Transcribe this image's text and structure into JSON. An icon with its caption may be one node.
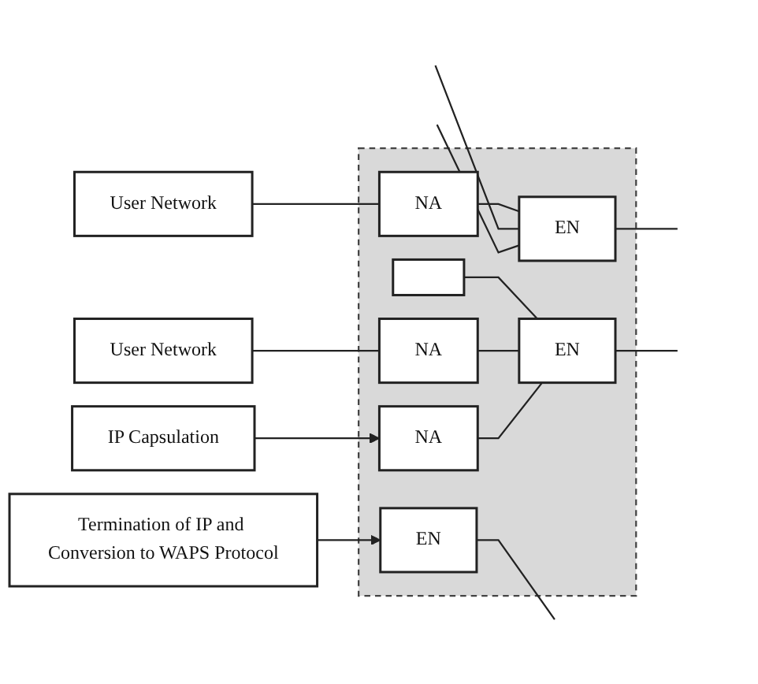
{
  "diagram": {
    "nodes": [
      {
        "text": [
          "Termination of IP and Conversion to WAPS Protocol"
        ]
      },
      {
        "text": [],
        "shape": "box"
      },
      {
        "text": [
          "EN"
        ],
        "in": 1
      },
      {
        "text": [
          "User Network"
        ]
      },
      {
        "text": [
          "NA"
        ],
        "in": 1
      },
      {
        "text": [
          "EN"
        ],
        "in": 1
      },
      {
        "text": [],
        "shape": "box",
        "in": 1
      },
      {
        "text": [
          "User Network"
        ]
      },
      {
        "text": [
          "NA"
        ],
        "in": 1
      },
      {
        "text": [
          "EN"
        ],
        "in": 1
      },
      {
        "text": [
          "NA"
        ],
        "in": 1
      },
      {
        "text": [
          "IP Capsulation"
        ]
      }
    ],
    "edges": [
      {
        "from": 0,
        "to": 2,
        "arrow": "to"
      },
      {
        "from": 2,
        "to": null,
        "arrow": "none"
      },
      {
        "from": 3,
        "to": 4,
        "arrow": "none"
      },
      {
        "from": 4,
        "to": 5,
        "arrow": "none"
      },
      {
        "from": null,
        "to": 5,
        "arrow": "none"
      },
      {
        "from": null,
        "to": 5,
        "arrow": "none"
      },
      {
        "from": 5,
        "to": null,
        "arrow": "none"
      },
      {
        "from": 6,
        "to": 9,
        "arrow": "none"
      },
      {
        "from": 7,
        "to": 8,
        "arrow": "none"
      },
      {
        "from": 8,
        "to": 9,
        "arrow": "none"
      },
      {
        "from": 10,
        "to": 9,
        "arrow": "none"
      },
      {
        "from": 9,
        "to": null,
        "arrow": "none"
      },
      {
        "from": 11,
        "to": 10,
        "arrow": "to"
      }
    ]
  }
}
